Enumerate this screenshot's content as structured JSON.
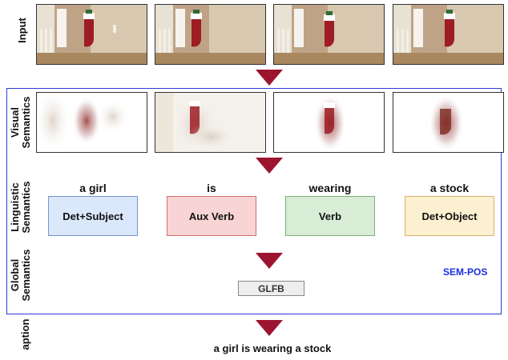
{
  "rows": {
    "input": "Input",
    "visual": "Visual\nSemantics",
    "linguistic": "Linguistic\nSemantics",
    "global": "Global\nSemantics",
    "caption": "aption"
  },
  "words": [
    "a girl",
    "is",
    "wearing",
    "a stock"
  ],
  "tags": [
    "Det+Subject",
    "Aux Verb",
    "Verb",
    "Det+Object"
  ],
  "tag_colors": {
    "subject": {
      "fill": "#dbe8fb",
      "border": "#6f95cf"
    },
    "aux": {
      "fill": "#f8d4d4",
      "border": "#cf7070"
    },
    "verb": {
      "fill": "#d8ecd6",
      "border": "#7aaf76"
    },
    "object": {
      "fill": "#fdf0d0",
      "border": "#d4b36a"
    }
  },
  "module": "GLFB",
  "sem_pos": "SEM-POS",
  "caption_text": "a girl is wearing a stock",
  "arrow_color": "#9c1430",
  "border_color": "#2b3bd6"
}
